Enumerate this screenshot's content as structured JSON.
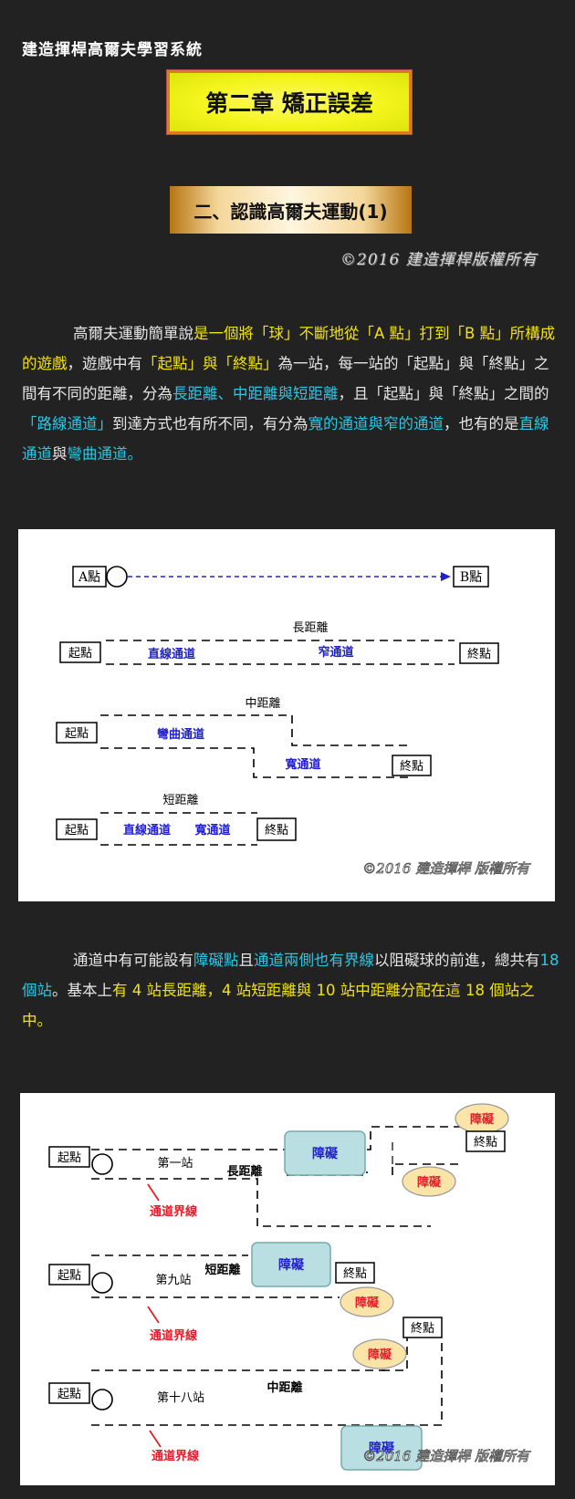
{
  "header": {
    "site_title": "建造揮桿高爾夫學習系統",
    "chapter_title": "第二章 矯正誤差",
    "section_title": "二、認識高爾夫運動(1)",
    "watermark": "©2016 建造揮桿版權所有"
  },
  "para1": {
    "s1": "高爾夫運動簡單說",
    "s2": "是一個將「球」不斷地從「A 點」打到「B 點」所構成的遊戲",
    "s3": "，遊戲中有",
    "s4": "「起點」與「終點」",
    "s5": "為一站，每一站的「起點」與「終點」之間有不同的距離，分為",
    "s6": "長距離、中距離與短距離",
    "s7": "，且「起點」與「終點」之間的",
    "s8": "「路線通道」",
    "s9": "到達方式也有所不同，有分為",
    "s10": "寬的通道與窄的通道",
    "s11": "，也有的是",
    "s12": "直線通道",
    "s13": "與",
    "s14": "彎曲通道。"
  },
  "para2": {
    "s1": "通道中有可能設有",
    "s2": "障礙點",
    "s3": "且",
    "s4": "通道兩側也有界線",
    "s5": "以阻礙球的前進，總共有",
    "s6": "18 個站",
    "s7": "。基本上",
    "s8": "有 4 站長距離，4 站短距離與 10 站中距離分配在這 18 個站之中。"
  },
  "diagram1": {
    "point_a": "A點",
    "point_b": "B點",
    "long_distance": "長距離",
    "medium_distance": "中距離",
    "short_distance": "短距離",
    "start": "起點",
    "end": "終點",
    "straight_channel": "直線通道",
    "narrow_channel": "窄通道",
    "curved_channel": "彎曲通道",
    "wide_channel": "寬通道",
    "watermark": "©2016 建造揮桿 版權所有"
  },
  "diagram2": {
    "start": "起點",
    "end": "終點",
    "obstacle": "障礙",
    "boundary": "通道界線",
    "hole1": "第一站",
    "hole9": "第九站",
    "hole18": "第十八站",
    "long_distance": "長距離",
    "short_distance": "短距離",
    "medium_distance": "中距離",
    "watermark": "©2016 建造揮桿 版權所有"
  },
  "colors": {
    "highlight_yellow": "#f1e20c",
    "highlight_cyan": "#2fc5e2",
    "channel_blue": "#2222cc",
    "boundary_red": "#e0202a",
    "obstacle_fill": "#b9dfe3",
    "obstacle_oval_fill": "#fbe4a8"
  }
}
